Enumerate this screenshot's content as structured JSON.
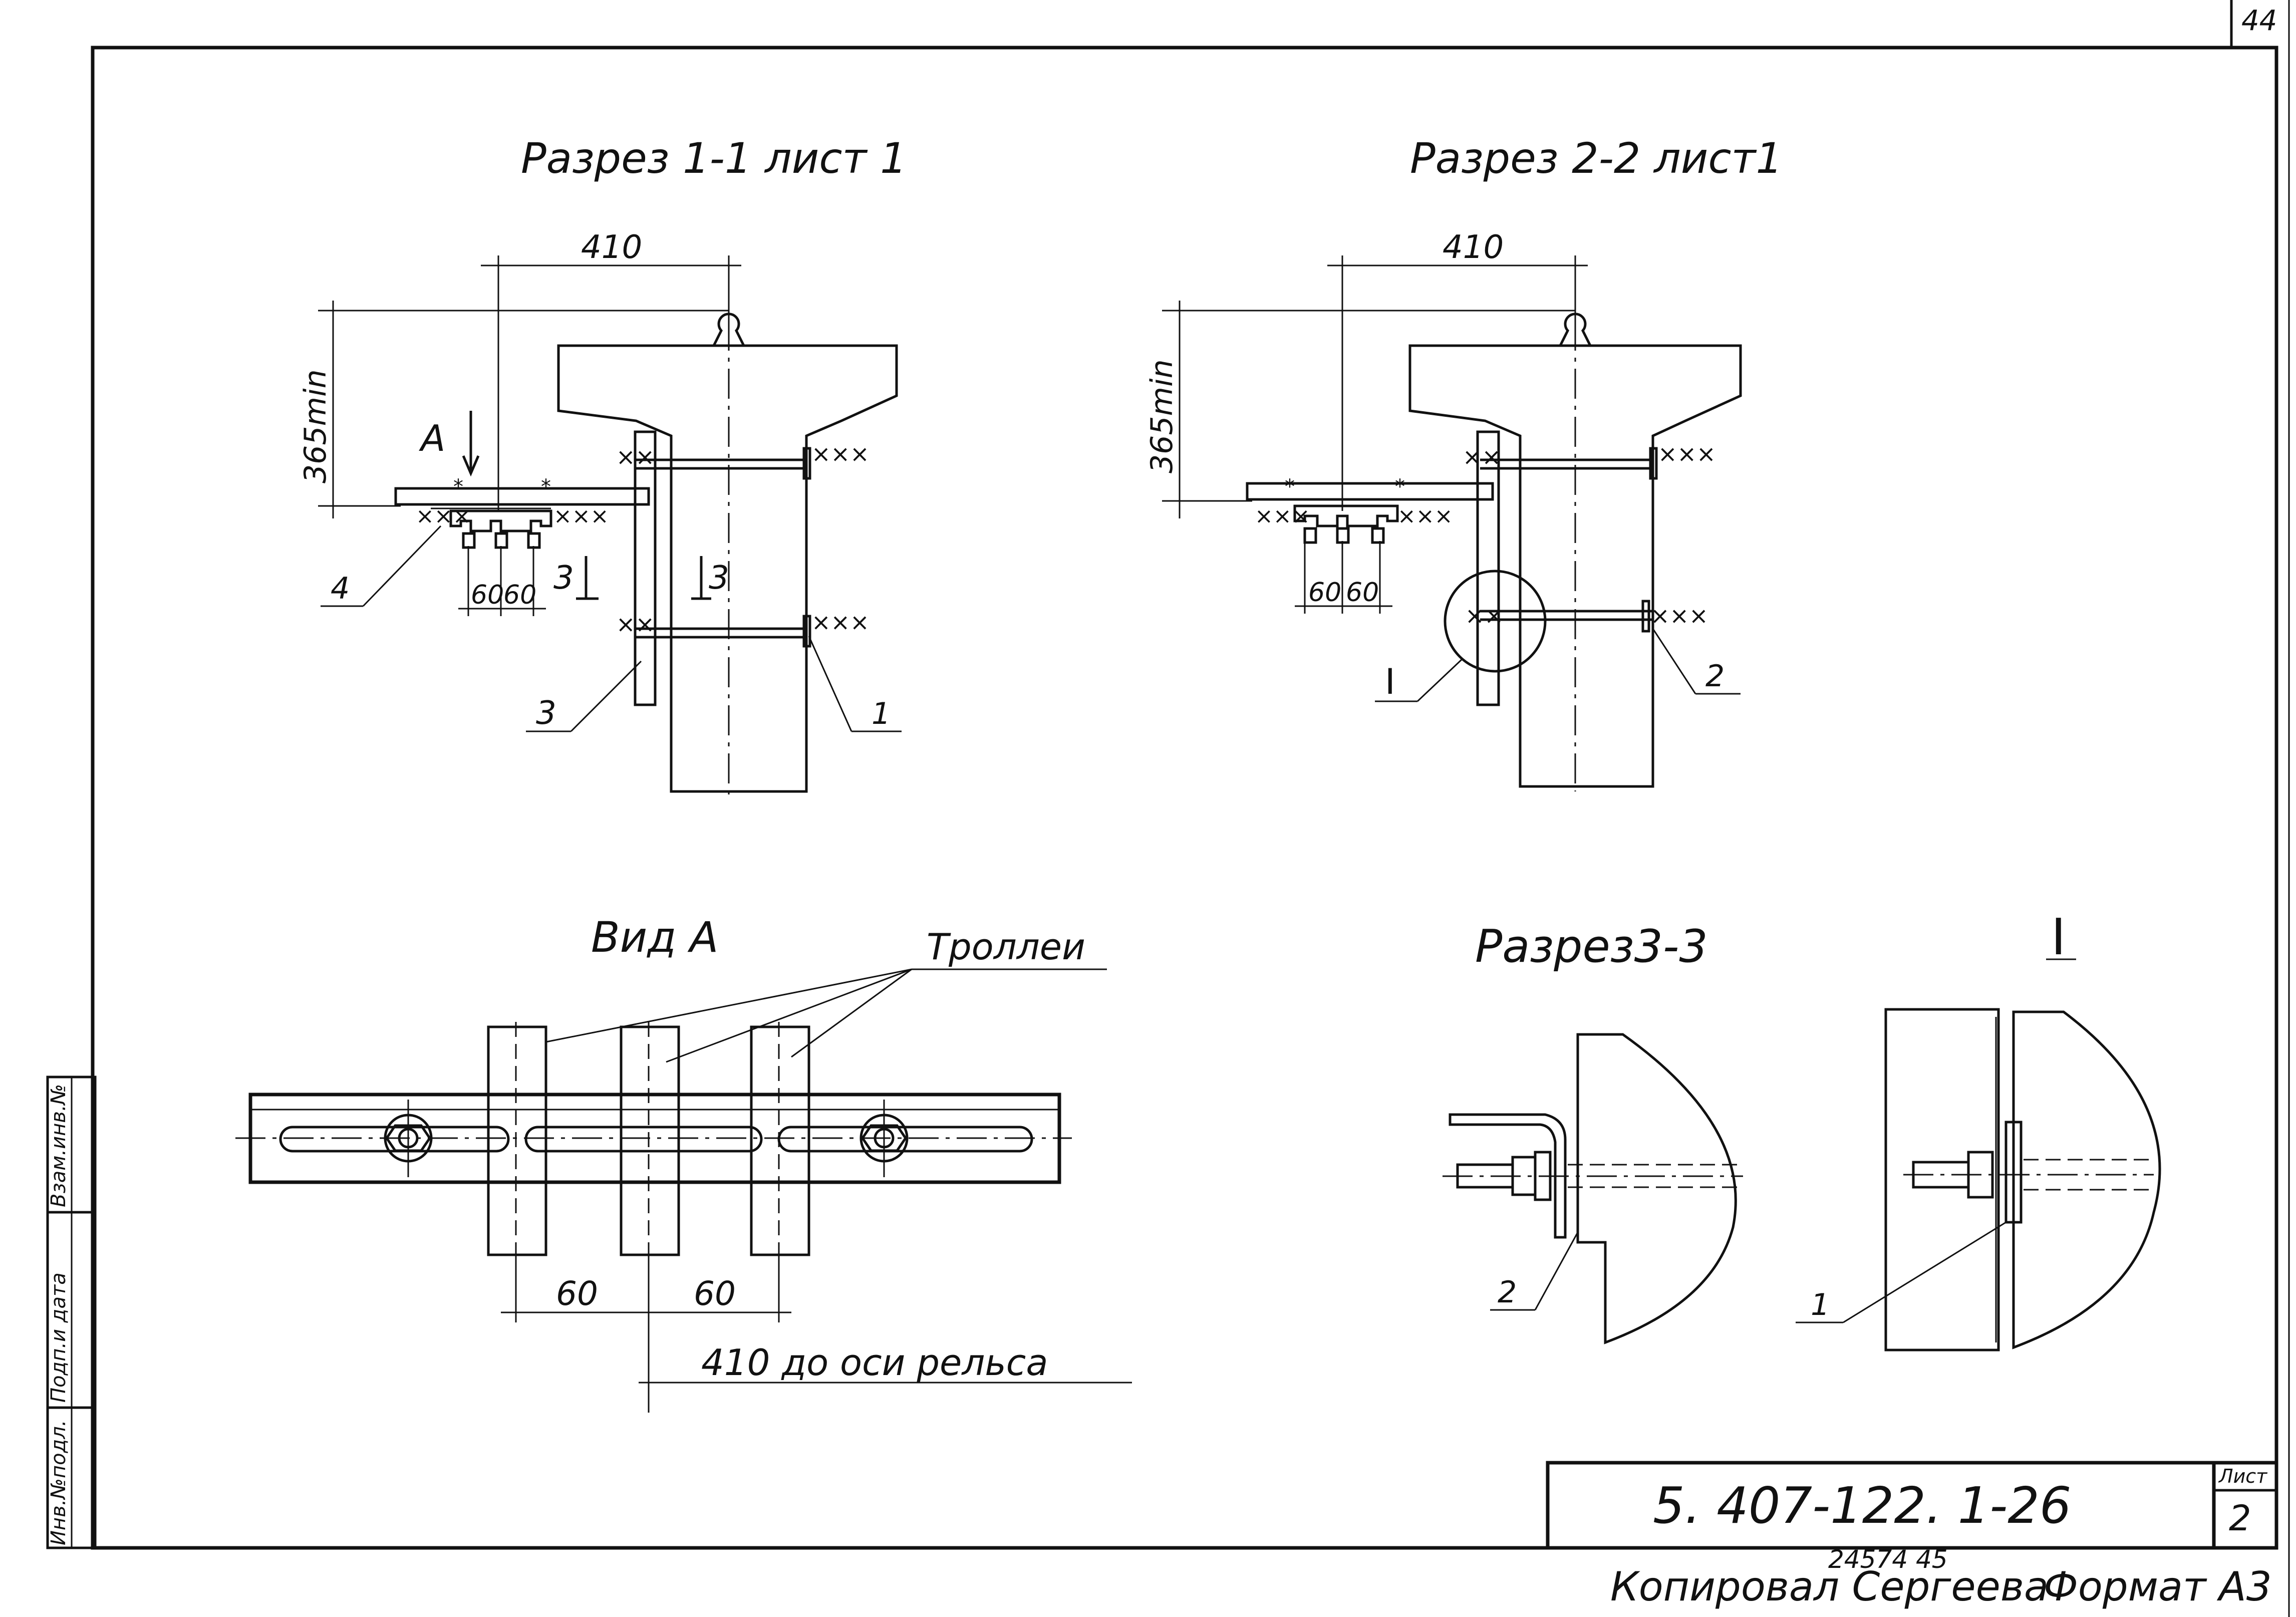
{
  "sheet_corner_number": "44",
  "side_stamp": {
    "inv_no": "Инв.№подл.",
    "sign_date": "Подп.и дата",
    "replace_inv": "Взам.инв.№"
  },
  "section_1": {
    "title": "Разрез 1-1 лист 1",
    "dim_top": "410",
    "dim_height": "365min",
    "view_arrow": "А",
    "cut_mark": "3",
    "dim_60_a": "60",
    "dim_60_b": "60",
    "callouts": [
      "4",
      "3",
      "1"
    ]
  },
  "section_2": {
    "title": "Разрез 2-2 лист1",
    "dim_top": "410",
    "dim_height": "365min",
    "dim_60_a": "60",
    "dim_60_b": "60",
    "callouts": [
      "I",
      "2"
    ]
  },
  "view_a": {
    "title": "Вид А",
    "trolley_label": "Троллеи",
    "dim_60_a": "60",
    "dim_60_b": "60",
    "rail_note": "410 до оси рельса"
  },
  "section_3": {
    "title": "Разрез3-3",
    "callout": "2"
  },
  "detail_I": {
    "title": "I",
    "callout": "1"
  },
  "title_block": {
    "designation": "5. 407-122. 1-26",
    "sheet_label": "Лист",
    "sheet_number": "2"
  },
  "footer": {
    "order_number": "24574 45",
    "copied_by": "Копировал Сергеева",
    "format": "Формат А3"
  }
}
